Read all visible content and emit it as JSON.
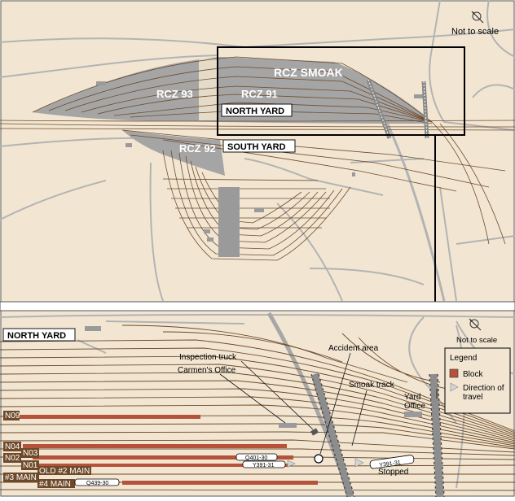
{
  "top_map": {
    "note": "Not to scale",
    "zone_labels": [
      "RCZ 93",
      "RCZ 91",
      "RCZ SMOAK",
      "RCZ 92"
    ],
    "yard_labels": [
      "NORTH YARD",
      "SOUTH YARD"
    ]
  },
  "bottom_map": {
    "title": "NORTH YARD",
    "note": "Not to scale",
    "callouts": {
      "inspection_truck": "Inspection truck",
      "carmens_office": "Carmen's Office",
      "accident_area": "Accident area",
      "smoak_track": "Smoak track",
      "yard_office": "Yard\nOffice",
      "stopped": "Stopped"
    },
    "track_labels": [
      "N09",
      "N04",
      "N03",
      "N02",
      "N01",
      "OLD #2 MAIN",
      "#3 MAIN",
      "#4 MAIN"
    ],
    "train_ids": [
      "Q401-30",
      "Y391-31",
      "Y391-31",
      "Q439-30"
    ],
    "legend": {
      "title": "Legend",
      "items": [
        {
          "label": "Block",
          "color": "#b5533a"
        },
        {
          "label": "Direction of\ntravel",
          "color": "#cfcfcf"
        }
      ]
    }
  },
  "colors": {
    "land": "#f2e6d2",
    "track": "#6e4a2a",
    "yard_zone": "#9a9a9a",
    "road": "#b0b0b0",
    "block": "#b5533a"
  }
}
